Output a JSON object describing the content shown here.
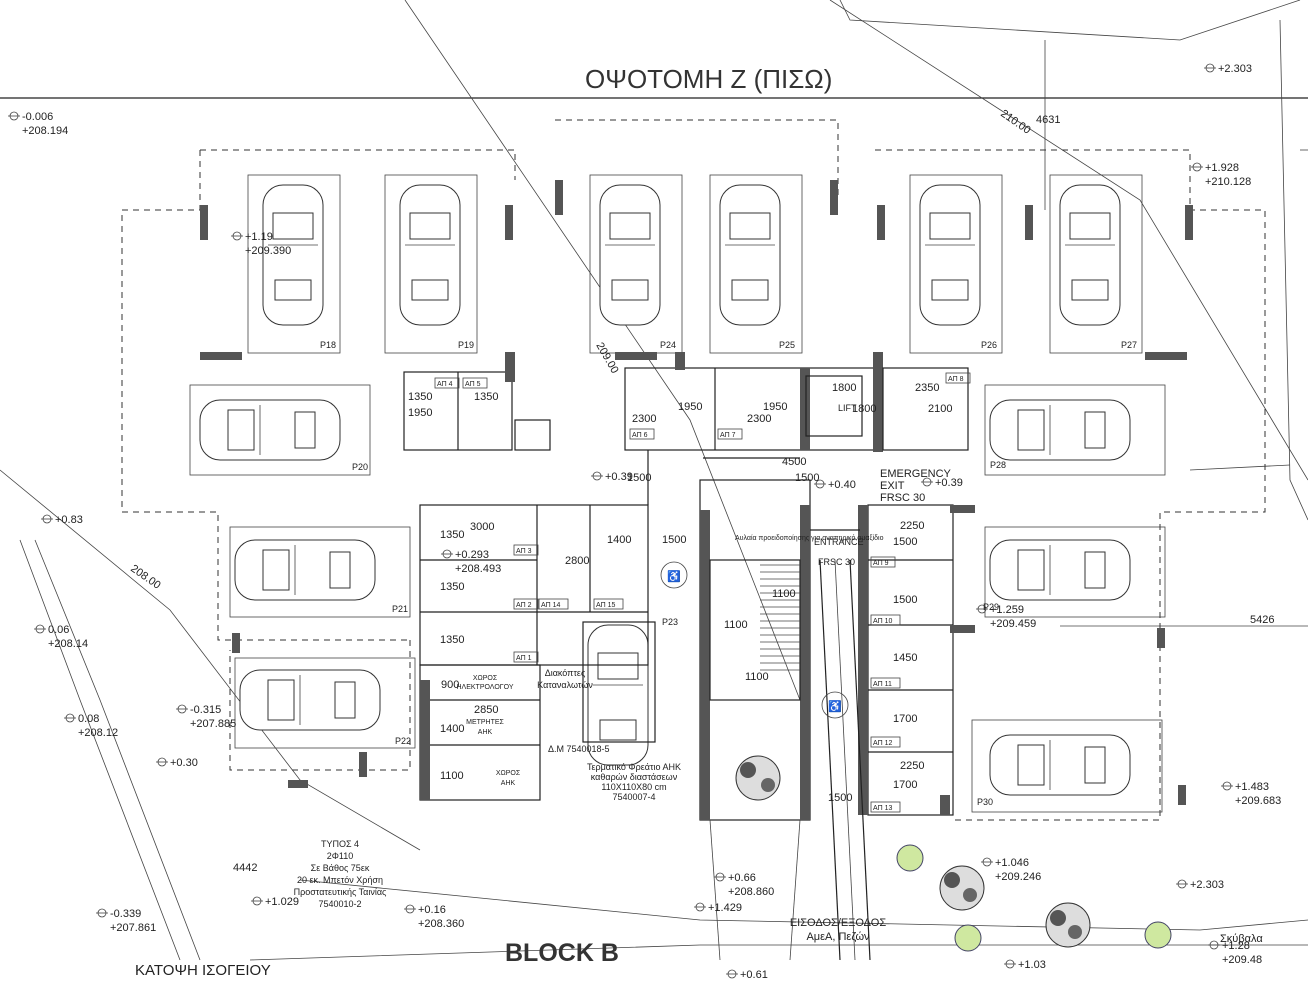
{
  "titles": {
    "top_section": "ΟΨΟΤΟΜΗ Ζ (ΠΙΣΩ)",
    "block": "BLOCK B",
    "plan_name": "ΚΑΤΟΨΗ ΙΣΟΓΕΙΟΥ"
  },
  "contours": [
    "210.00",
    "209.00",
    "208.00"
  ],
  "levels": [
    {
      "a": "-0.006",
      "b": "+208.194"
    },
    {
      "a": "+2.303",
      "b": ""
    },
    {
      "a": "+1.928",
      "b": "+210.128"
    },
    {
      "a": "+1.19",
      "b": "+209.390"
    },
    {
      "a": "+0.83",
      "b": ""
    },
    {
      "a": "0.06",
      "b": "+208.14"
    },
    {
      "a": "+0.293",
      "b": "+208.493"
    },
    {
      "a": "-0.315",
      "b": "+207.885"
    },
    {
      "a": "0.08",
      "b": "+208.12"
    },
    {
      "a": "+0.30",
      "b": ""
    },
    {
      "a": "+1.259",
      "b": "+209.459"
    },
    {
      "a": "+1.483",
      "b": "+209.683"
    },
    {
      "a": "+1.046",
      "b": "+209.246"
    },
    {
      "a": "+0.66",
      "b": "+208.860"
    },
    {
      "a": "+0.16",
      "b": "+208.360"
    },
    {
      "a": "-0.339",
      "b": "+207.861"
    },
    {
      "a": "+0.39",
      "b": ""
    },
    {
      "a": "+0.40",
      "b": ""
    },
    {
      "a": "+0.39",
      "b": ""
    },
    {
      "a": "+1.029",
      "b": ""
    },
    {
      "a": "+1.429",
      "b": ""
    },
    {
      "a": "+2.303",
      "b": ""
    },
    {
      "a": "+1.03",
      "b": ""
    },
    {
      "a": "+0.61",
      "b": ""
    },
    {
      "a": "+1.28",
      "b": "+209.48"
    }
  ],
  "parking": [
    "P18",
    "P19",
    "P24",
    "P25",
    "P26",
    "P27",
    "P20",
    "P28",
    "P21",
    "P29",
    "P22",
    "P30",
    "P23"
  ],
  "storage": {
    "ap4": "ΑΠ 4",
    "ap5": "ΑΠ 5",
    "ap6": "ΑΠ 6",
    "ap7": "ΑΠ 7",
    "ap8": "ΑΠ 8",
    "ap1": "ΑΠ 1",
    "ap2": "ΑΠ 2",
    "ap3": "ΑΠ 3",
    "ap9": "ΑΠ 9",
    "ap10": "ΑΠ 10",
    "ap11": "ΑΠ 11",
    "ap12": "ΑΠ 12",
    "ap13": "ΑΠ 13",
    "ap14": "ΑΠ 14",
    "ap15": "ΑΠ 15"
  },
  "dims": {
    "d1350a": "1350",
    "d1350b": "1350",
    "d1950a": "1950",
    "d1950b": "1950",
    "d1950c": "1950",
    "d2300a": "2300",
    "d2300b": "2300",
    "d1800a": "1800",
    "d1800b": "1800",
    "d2350": "2350",
    "d2100": "2100",
    "d4500": "4500",
    "d1500a": "1500",
    "d1500b": "1500",
    "d1500c": "1500",
    "d3000": "3000",
    "d1350c": "1350",
    "d1350d": "1350",
    "d1350e": "1350",
    "d1400a": "1400",
    "d2800": "2800",
    "d2250a": "2250",
    "d1500d": "1500",
    "d1500e": "1500",
    "d1450": "1450",
    "d1700a": "1700",
    "d1700b": "1700",
    "d2250b": "2250",
    "d1500f": "1500",
    "d1100a": "1100",
    "d1100b": "1100",
    "d1100c": "1100",
    "d900": "900",
    "d2850": "2850",
    "d1400b": "1400",
    "d4631": "4631",
    "d5426": "5426",
    "d4442": "4442",
    "d1100d": "1100"
  },
  "rooms": {
    "lift": "LIFT",
    "emergency": [
      "EMERGENCY",
      "EXIT",
      "FRSC 30"
    ],
    "entrance": "ENTRANCE",
    "frsc": "FRSC 30",
    "elec_room": [
      "ΧΩΡΟΣ",
      "ΗΛΕΚΤΡΟΛΟΓΟΥ"
    ],
    "meters": [
      "ΜΕΤΡΗΤΕΣ",
      "ΑΗΚ"
    ],
    "ahk_room": [
      "ΧΩΡΟΣ",
      "ΑΗΚ"
    ],
    "switches": [
      "Διακόπτες",
      "Καταναλωτών"
    ],
    "dm": "Δ.Μ 7540018-5",
    "terminal": [
      "Τερματικό Φρεάτιο ΑΗΚ",
      "καθαρών διαστάσεων",
      "110Χ110Χ80 cm",
      "7540007-4"
    ],
    "entrance_text": [
      "ΕΙΣΟΔΟΣ/ΕΞΟΔΟΣ",
      "ΑμεΑ, Πεζών"
    ],
    "rubbish": "Σκύβαλα",
    "type4": [
      "ΤΥΠΟΣ 4",
      "2Φ110",
      "Σε Βάθος 75εκ",
      "20 εκ. Μπετόν Χρήση",
      "Προστατευτικής Ταινίας",
      "7540010-2"
    ],
    "stair_note": "Αυλαία προειδοποίησης για αναπηρικό αμαξίδιο"
  }
}
